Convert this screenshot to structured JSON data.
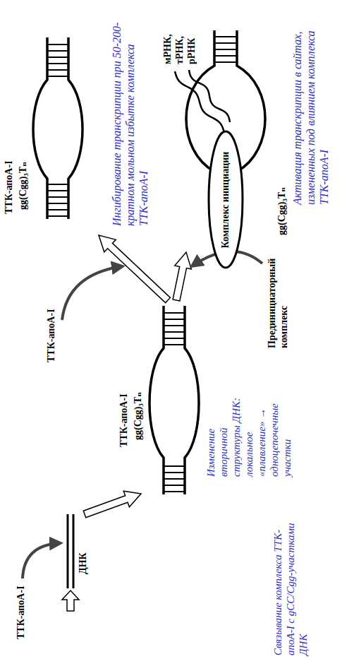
{
  "diagram": {
    "nodes": [
      {
        "text": [
          "Комплекс инициации"
        ]
      }
    ],
    "labels": [
      "ТТК-апоА-I",
      "ДНК",
      "Связывание комплекса ТТК-апоА-I с gCC/Cgg-участками ДНК",
      "ТТК-апоА-I",
      "gg(Cgg)₃Tₙ",
      "Изменение вторичной структуры ДНК: локальное «плавление» → одноцепочечные участки",
      "ТТК-апоА-I",
      "Прединициаторный комплекс",
      "ТТК-апоА-I",
      "gg(Cgg)₃Tₙ",
      "Ингибирование транскрипции при 50-200-кратном мольном избытке комплекса ТТК-апоА-I",
      "мРНК, тРНК, рРНК",
      "gg(Cgg)₃Tₙ",
      "Активация транскрипции в сайтах, измененных под влиянием комплекса ТТК-апоА-I"
    ]
  }
}
